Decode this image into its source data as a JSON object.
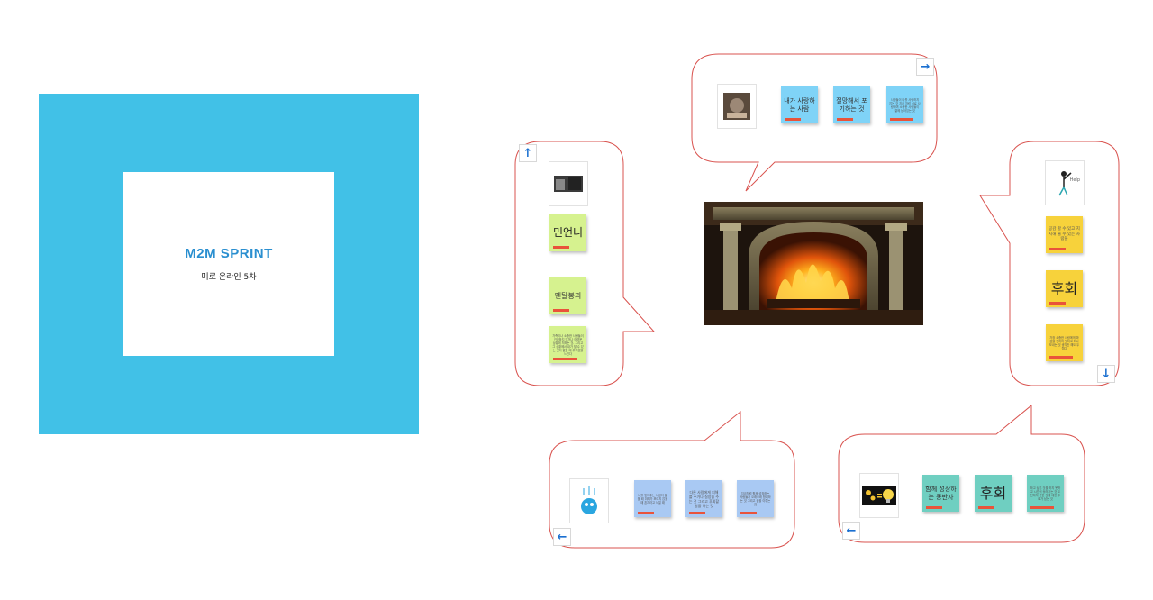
{
  "frame": {
    "title": "M2M SPRINT",
    "subtitle": "미로 온라인 5차",
    "color": "#41c1e7"
  },
  "bubble_border_color": "#d9534f",
  "top_bubble": {
    "arrow_icon": "arrow-right-icon",
    "notes": [
      {
        "text": "내가 사랑하는 사람",
        "color": "#7fd3f7"
      },
      {
        "text": "절망해서 포기하는 것",
        "color": "#7fd3f7"
      },
      {
        "text": "사람들이 나를 사랑하지 않는 것 지금 처럼 서로 사랑하며 소중한 사람들이 곁에 남아있는 것",
        "color": "#7fd3f7"
      }
    ]
  },
  "left_bubble": {
    "arrow_icon": "arrow-up-icon",
    "notes": [
      {
        "text": "민언니",
        "color": "#d6f28f"
      },
      {
        "text": "멘탈붕괴",
        "color": "#d6f28f"
      },
      {
        "text": "가족이나 소중한 사람들이 건강하지 않거나 어려운 상황에 처하는 것. 그리고 그 상황에서 내가 할 수 있는 것이 없을 때 무력감을 느낀다",
        "color": "#d6f28f"
      }
    ]
  },
  "right_bubble": {
    "arrow_icon": "arrow-down-icon",
    "notes": [
      {
        "text": "공감 할 수 있고 지지해 줄 수 있는 사람들",
        "color": "#f7d23b"
      },
      {
        "text": "후회",
        "color": "#f7d23b"
      },
      {
        "text": "가장 소중한 사람에게 마음을 전하지 못하고 떠나보내는 것 생각만 해도 두렵다",
        "color": "#f7d23b"
      }
    ],
    "thumb_caption": "Help"
  },
  "bottom_left_bubble": {
    "arrow_icon": "arrow-left-icon",
    "notes": [
      {
        "text": "나를 믿어주는 사람이 없을 때 미래가 보이지 않을 때 혼자라고 느낄 때",
        "color": "#a9c9f3"
      },
      {
        "text": "다른 사람에게 피해를 주거나 실망을 주는 것 그리고 후회할 일을 하는 것",
        "color": "#a9c9f3"
      },
      {
        "text": "지금처럼 함께 성장하는 사람들과 오래오래 함께하는 것 그리고 꿈을 이루는 것",
        "color": "#a9c9f3"
      }
    ]
  },
  "bottom_right_bubble": {
    "arrow_icon": "arrow-left-icon",
    "notes": [
      {
        "text": "함께 성장하는 동반자",
        "color": "#6fcfc1"
      },
      {
        "text": "후회",
        "color": "#6fcfc1"
      },
      {
        "text": "하고 싶은 것을 하지 못하고 시간이 흘러가는 것 도전하지 못한 것에 대한 후회가 남는 것",
        "color": "#6fcfc1"
      }
    ]
  },
  "fireplace": {
    "caption": "fireplace"
  }
}
